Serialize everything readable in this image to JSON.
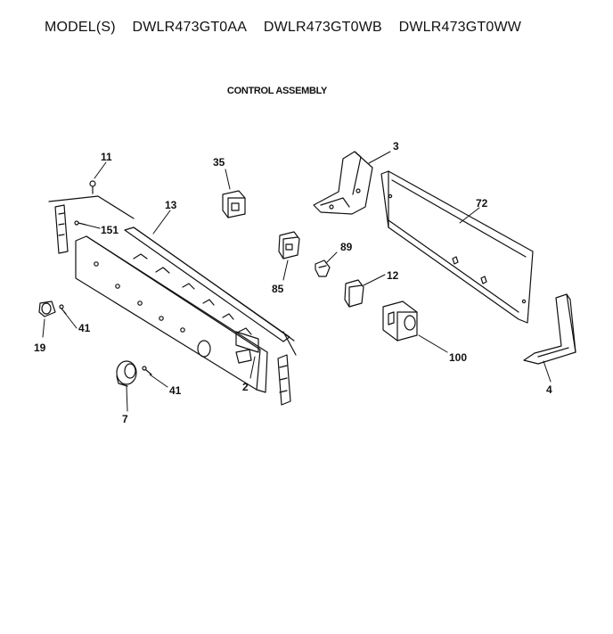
{
  "header": {
    "prefix": "MODEL(S)",
    "models": [
      "DWLR473GT0AA",
      "DWLR473GT0WB",
      "DWLR473GT0WW"
    ]
  },
  "diagram": {
    "title": "CONTROL ASSEMBLY",
    "part_callouts": [
      "11",
      "151",
      "13",
      "35",
      "3",
      "72",
      "89",
      "85",
      "12",
      "100",
      "41",
      "19",
      "2",
      "41",
      "7",
      "4"
    ]
  },
  "colors": {
    "ink": "#111111",
    "paper": "#ffffff"
  }
}
